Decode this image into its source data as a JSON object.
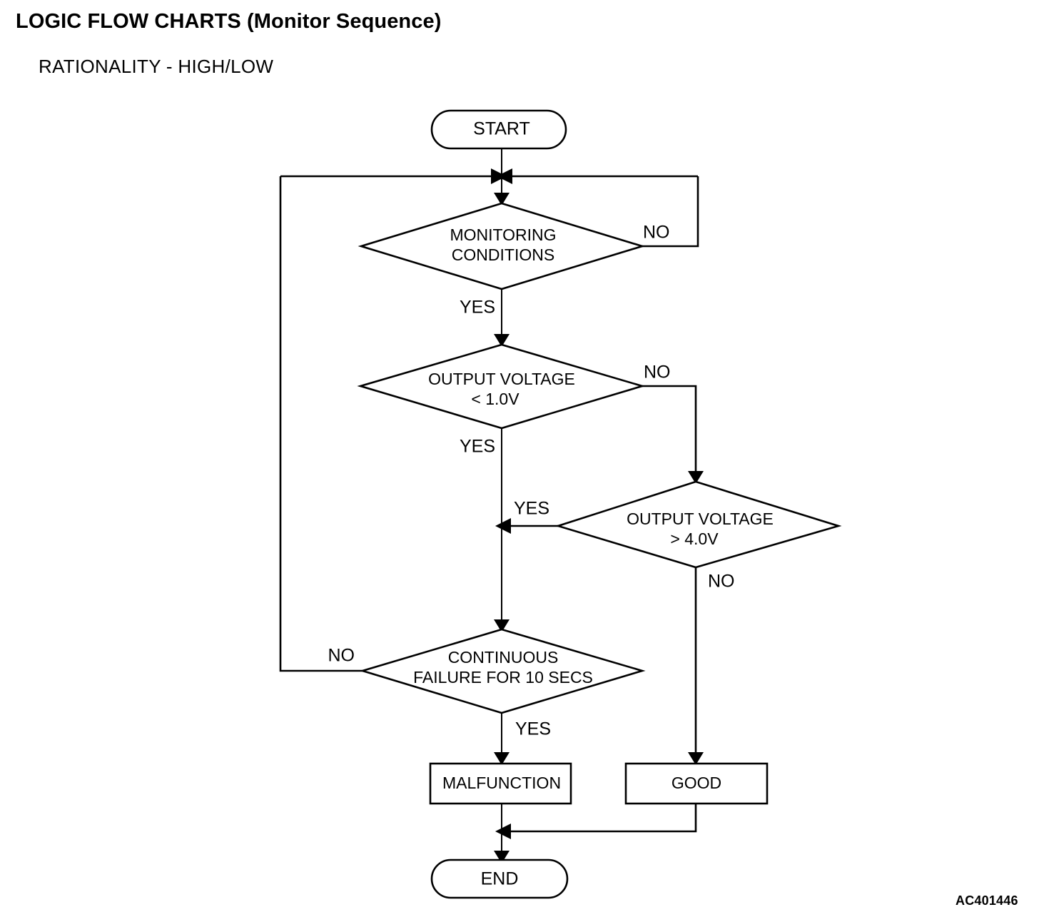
{
  "header": {
    "title": "LOGIC FLOW CHARTS (Monitor Sequence)",
    "subtitle": "RATIONALITY - HIGH/LOW"
  },
  "footer": {
    "code": "AC401446"
  },
  "chart_data": {
    "type": "diagram",
    "diagram_kind": "flowchart",
    "title": "LOGIC FLOW CHARTS (Monitor Sequence)",
    "subtitle": "RATIONALITY - HIGH/LOW",
    "nodes": [
      {
        "id": "start",
        "shape": "terminator",
        "label": "START"
      },
      {
        "id": "monitoring",
        "shape": "decision",
        "label_line1": "MONITORING",
        "label_line2": "CONDITIONS"
      },
      {
        "id": "volt_low",
        "shape": "decision",
        "label_line1": "OUTPUT VOLTAGE",
        "label_line2": "< 1.0V"
      },
      {
        "id": "volt_high",
        "shape": "decision",
        "label_line1": "OUTPUT VOLTAGE",
        "label_line2": "> 4.0V"
      },
      {
        "id": "continuous",
        "shape": "decision",
        "label_line1": "CONTINUOUS",
        "label_line2": "FAILURE FOR 10 SECS"
      },
      {
        "id": "malfunction",
        "shape": "process",
        "label": "MALFUNCTION"
      },
      {
        "id": "good",
        "shape": "process",
        "label": "GOOD"
      },
      {
        "id": "end",
        "shape": "terminator",
        "label": "END"
      }
    ],
    "edges": [
      {
        "from": "start",
        "to": "monitoring",
        "label": ""
      },
      {
        "from": "monitoring",
        "to": "volt_low",
        "label": "YES"
      },
      {
        "from": "monitoring",
        "to": "monitoring",
        "label": "NO"
      },
      {
        "from": "volt_low",
        "to": "continuous",
        "label": "YES"
      },
      {
        "from": "volt_low",
        "to": "volt_high",
        "label": "NO"
      },
      {
        "from": "volt_high",
        "to": "continuous",
        "label": "YES"
      },
      {
        "from": "volt_high",
        "to": "good",
        "label": "NO"
      },
      {
        "from": "continuous",
        "to": "malfunction",
        "label": "YES"
      },
      {
        "from": "continuous",
        "to": "monitoring",
        "label": "NO"
      },
      {
        "from": "malfunction",
        "to": "end",
        "label": ""
      },
      {
        "from": "good",
        "to": "end",
        "label": ""
      }
    ],
    "edge_labels": {
      "monitoring_yes": "YES",
      "monitoring_no": "NO",
      "volt_low_yes": "YES",
      "volt_low_no": "NO",
      "volt_high_yes": "YES",
      "volt_high_no": "NO",
      "continuous_yes": "YES",
      "continuous_no": "NO"
    },
    "colors": {
      "stroke": "#000000",
      "fill": "#ffffff",
      "text": "#000000"
    }
  }
}
